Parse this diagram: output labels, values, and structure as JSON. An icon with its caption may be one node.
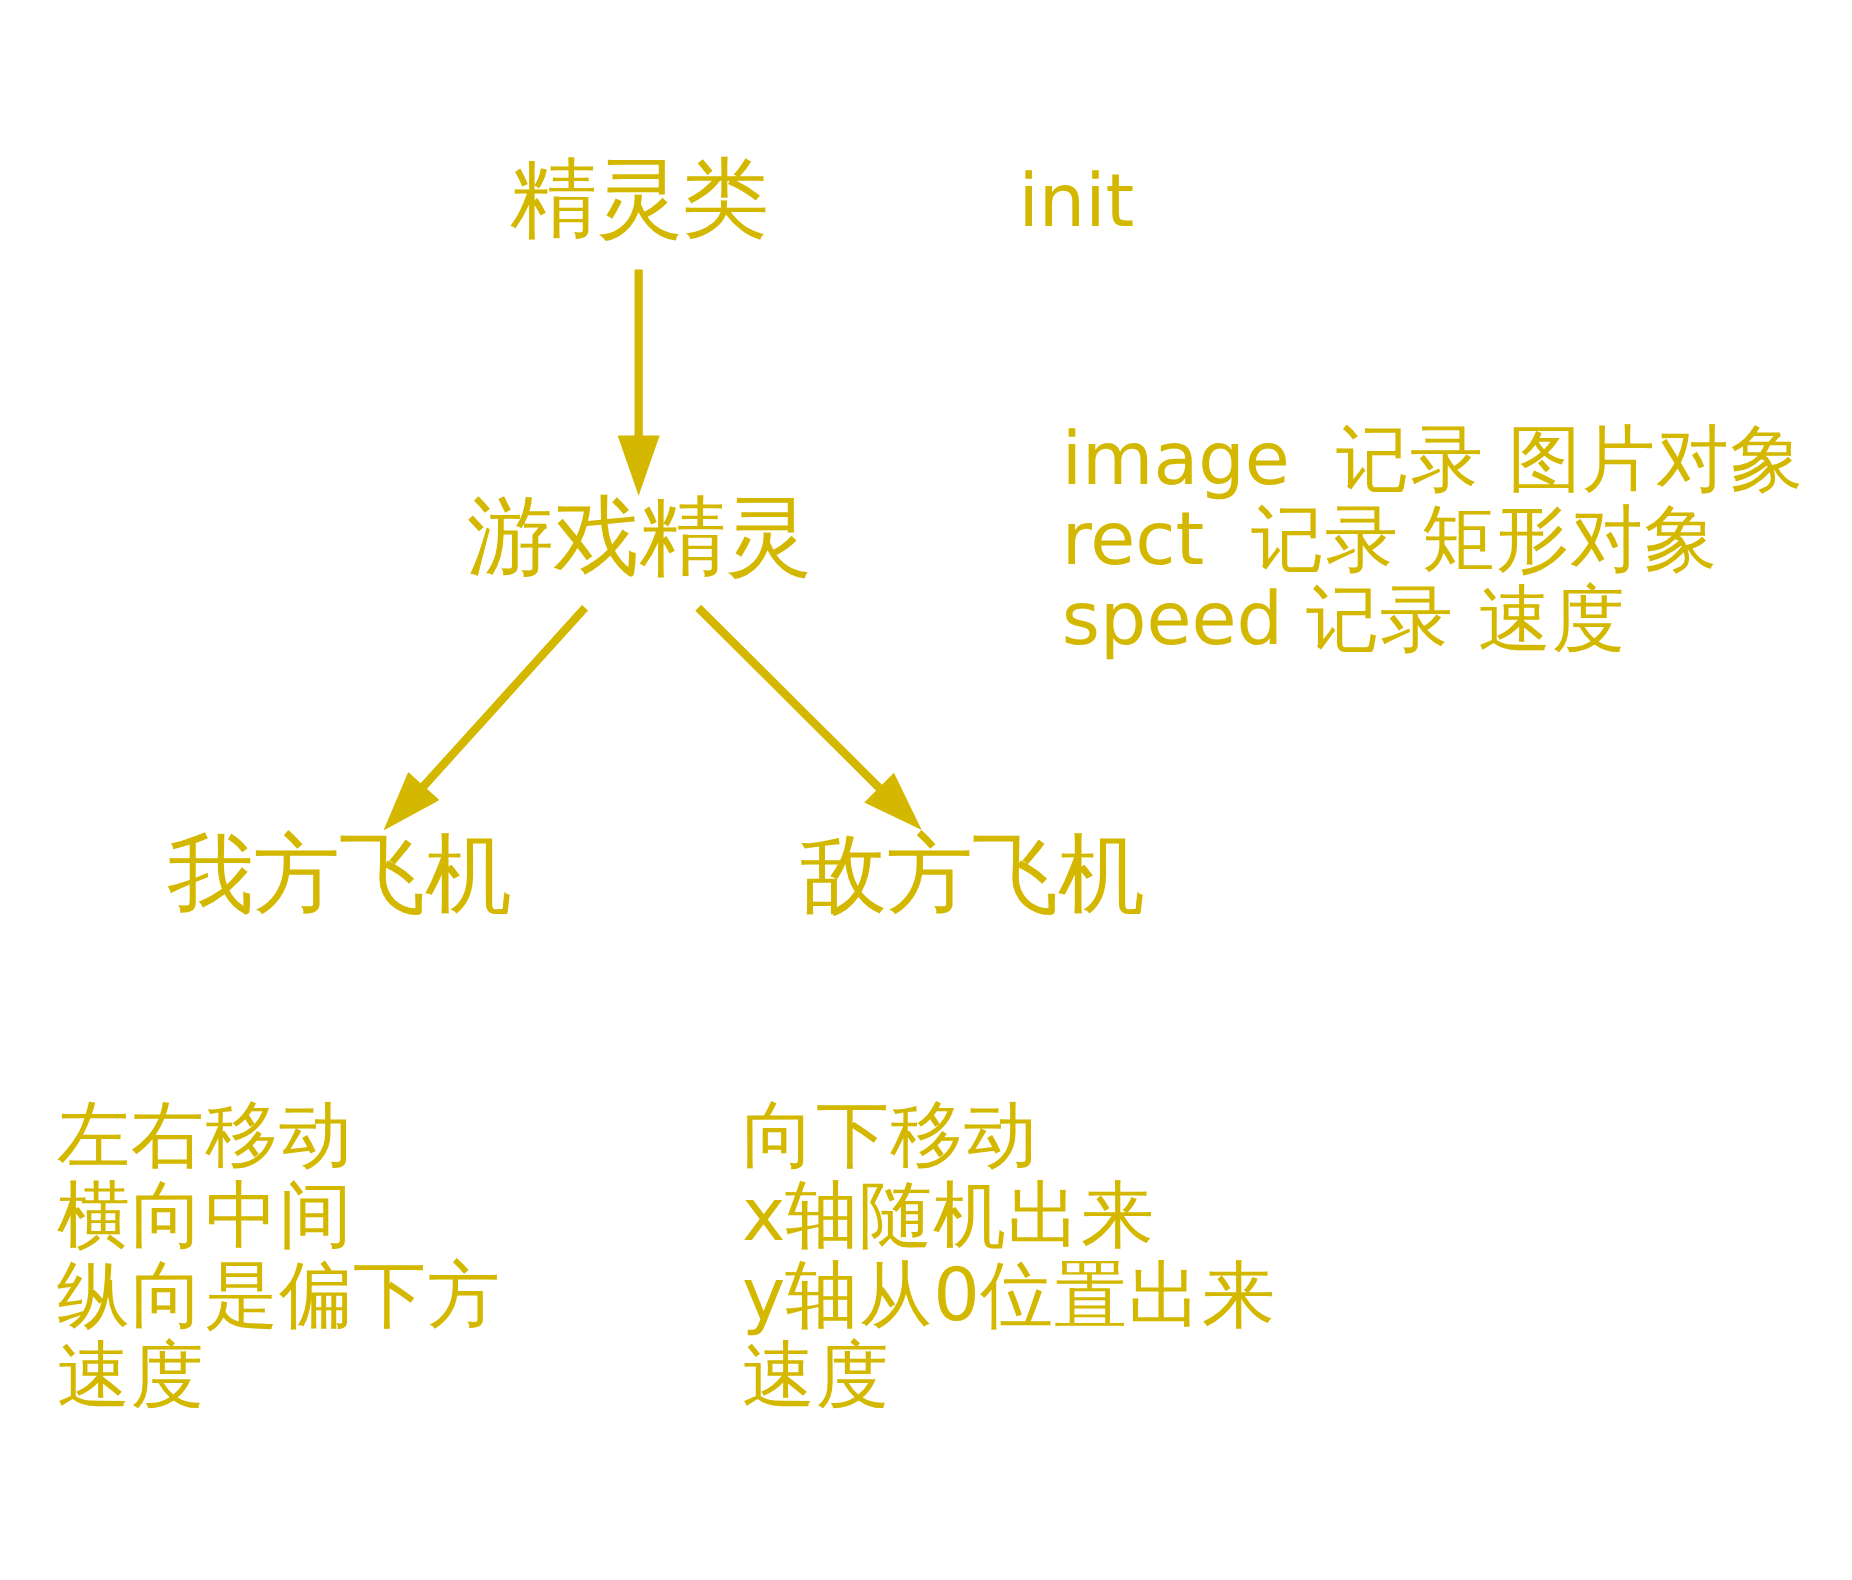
{
  "diagram": {
    "nodes": [
      {
        "text": [
          "精灵类"
        ],
        "beside": [
          "init"
        ]
      },
      {
        "text": [
          "游戏精灵"
        ],
        "beside": [
          "image  记录 图片对象",
          "rect  记录 矩形对象",
          "speed 记录 速度"
        ]
      },
      {
        "text": [
          "我方飞机"
        ],
        "beside": [
          "左右移动",
          "横向中间",
          "纵向是偏下方",
          "速度"
        ]
      },
      {
        "text": [
          "敌方飞机"
        ],
        "beside": [
          "向下移动",
          "x轴随机出来",
          "y轴从0位置出来",
          "速度"
        ]
      }
    ],
    "edges": [
      {
        "from": 0,
        "to": 1,
        "arrow": "to"
      },
      {
        "from": 1,
        "to": 2,
        "arrow": "to"
      },
      {
        "from": 1,
        "to": 3,
        "arrow": "to"
      }
    ]
  }
}
